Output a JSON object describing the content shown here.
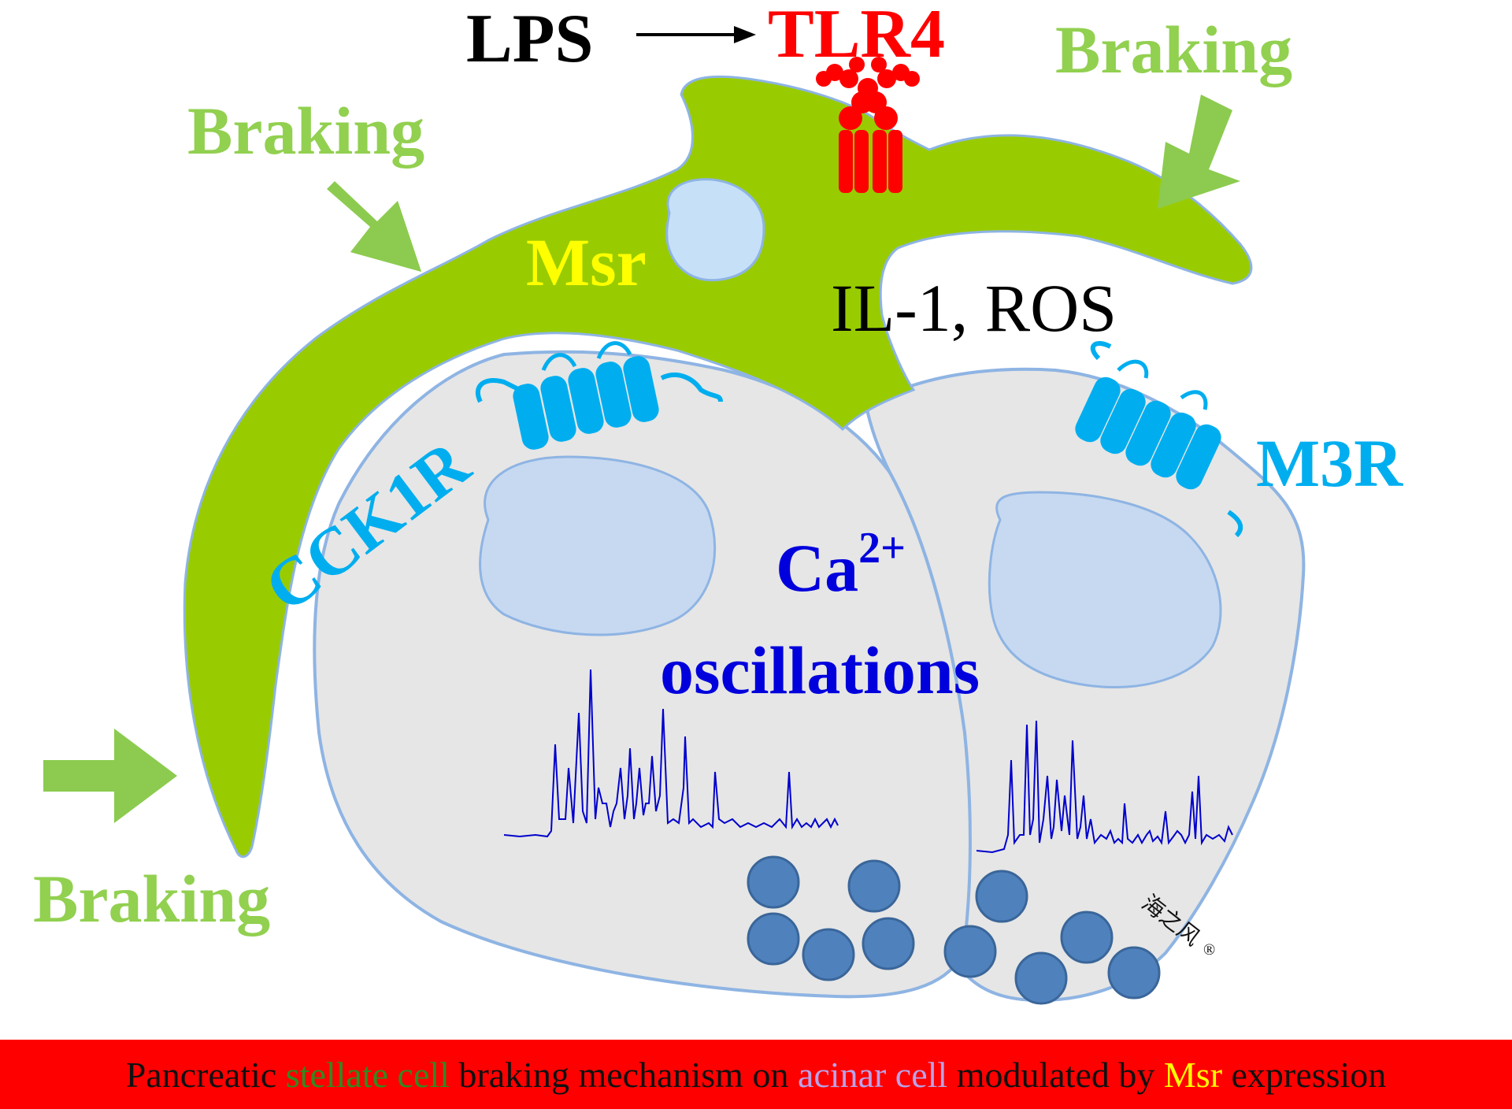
{
  "labels": {
    "lps": "LPS",
    "tlr4": "TLR4",
    "braking_top_left": "Braking",
    "braking_top_right": "Braking",
    "braking_bottom_left": "Braking",
    "msr": "Msr",
    "il1_ros": "IL-1, ROS",
    "cck1r": "CCK1R",
    "m3r": "M3R",
    "ca_base": "Ca",
    "ca_super": "2+",
    "oscillations": "oscillations",
    "watermark": "海之风",
    "watermark_mark": "®"
  },
  "caption": {
    "part1": "Pancreatic ",
    "part2": "stellate cell",
    "part3": " braking mechanism on ",
    "part4": "acinar cell",
    "part5": " modulated by ",
    "part6": "Msr",
    "part7": " expression"
  },
  "colors": {
    "stellate_green": "#99CC00",
    "arrow_green": "#8CCB4F",
    "braking_text": "#92D050",
    "tlr4_red": "#FF0000",
    "receptor_blue": "#00AEEF",
    "ca_blue": "#0000DD",
    "acinar_fill": "#E6E6E6",
    "acinar_stroke": "#8EB4E3",
    "nucleus_fill": "#C6D9F1",
    "granule_fill": "#4F81BD",
    "msr_yellow": "#FFFF00",
    "caption_bg": "#FF0000",
    "caption_green": "#2E8B22",
    "caption_lilac": "#B9A3E8",
    "caption_yellow": "#FFFF00"
  }
}
